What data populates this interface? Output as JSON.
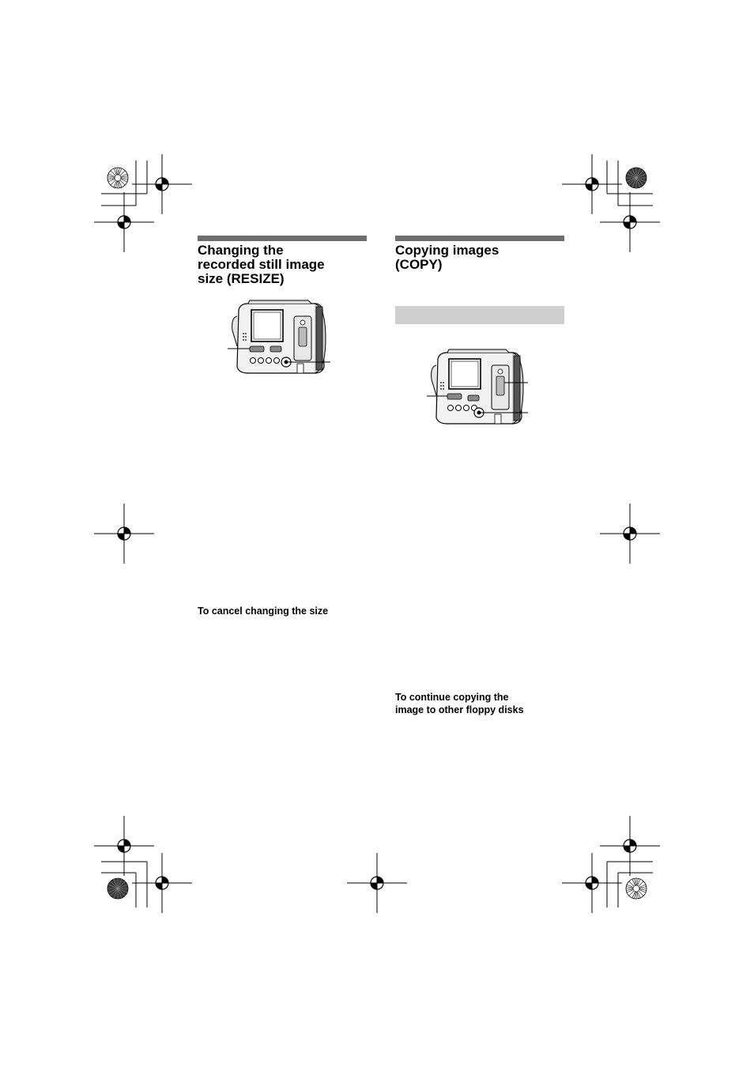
{
  "left_section": {
    "heading_lines": [
      "Changing the",
      "recorded still image",
      "size (RESIZE)"
    ],
    "subheading": "To cancel changing the size"
  },
  "right_section": {
    "heading_lines": [
      "Copying images",
      "(COPY)"
    ],
    "subheading_lines": [
      "To continue copying the",
      "image to other floppy disks"
    ]
  },
  "colors": {
    "heading_rule": "#6e6e6e",
    "mode_band": "#cfcfcf"
  }
}
